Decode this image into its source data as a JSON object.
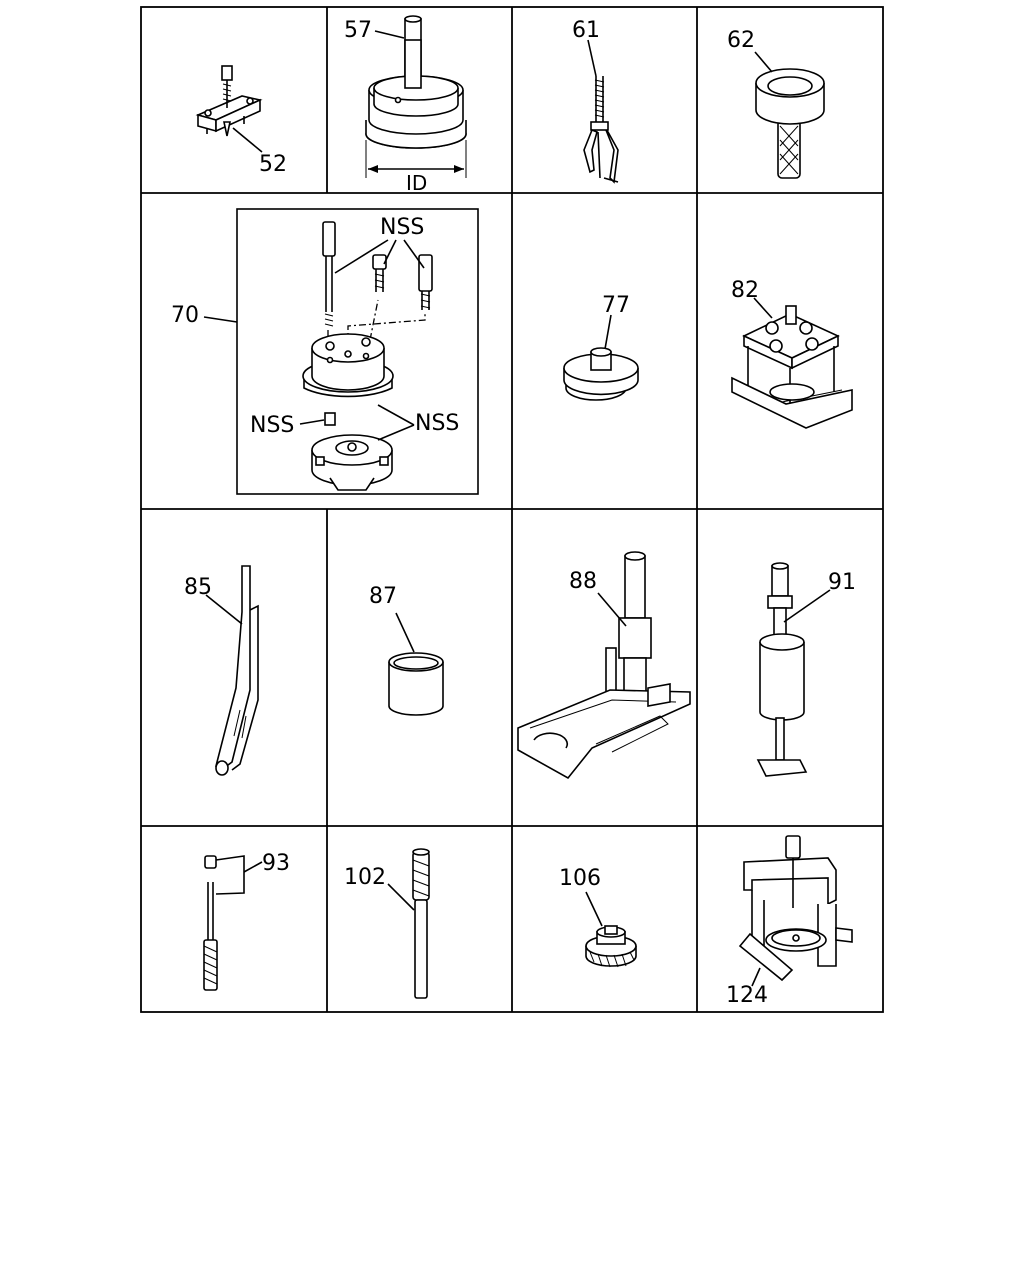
{
  "callouts": {
    "c52": "52",
    "c57": "57",
    "c61": "61",
    "c62": "62",
    "c70": "70",
    "c77": "77",
    "c82": "82",
    "c85": "85",
    "c87": "87",
    "c88": "88",
    "c91": "91",
    "c93": "93",
    "c102": "102",
    "c106": "106",
    "c124": "124"
  },
  "labels": {
    "id": "ID",
    "nss": "NSS"
  }
}
